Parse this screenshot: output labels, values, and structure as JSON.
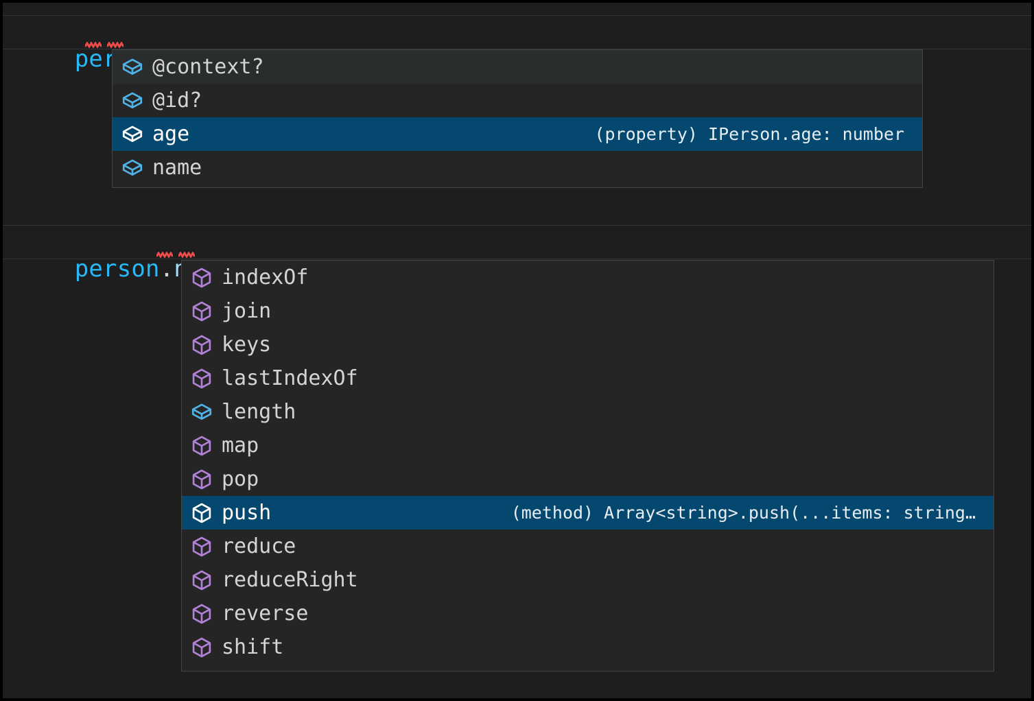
{
  "theme": {
    "editor_background": "#1E1E1E",
    "widget_background": "#252526",
    "widget_border": "#454545",
    "selection_background": "#04486F",
    "hover_background": "#2A2D2E",
    "text_foreground": "#D4D4D4",
    "variable_color": "#29B8F5",
    "property_color": "#9CDCFE",
    "property_icon_color": "#4FB3E8",
    "method_icon_color": "#B180D7",
    "selected_icon_color": "#FFFFFF",
    "error_squiggle_color": "#F14C4C"
  },
  "editor": {
    "lines": [
      {
        "name": "code-line-1",
        "tokens": [
          {
            "text": "person",
            "kind": "variable"
          },
          {
            "text": ".",
            "kind": "punctuation"
          },
          {
            "text": ";",
            "kind": "punctuation"
          }
        ],
        "plain": "person.;"
      },
      {
        "name": "code-line-2",
        "tokens": [
          {
            "text": "person",
            "kind": "variable"
          },
          {
            "text": ".",
            "kind": "punctuation"
          },
          {
            "text": "name",
            "kind": "property"
          },
          {
            "text": ".",
            "kind": "punctuation"
          },
          {
            "text": ";",
            "kind": "punctuation"
          }
        ],
        "plain": "person.name.;"
      }
    ]
  },
  "suggest_widgets": [
    {
      "name": "suggest-widget-person",
      "anchor_line": "person.;",
      "selected_index": 2,
      "hovered_index": 0,
      "items": [
        {
          "label": "@context?",
          "icon": "property-cube-icon",
          "icon_kind": "property",
          "detail": ""
        },
        {
          "label": "@id?",
          "icon": "property-cube-icon",
          "icon_kind": "property",
          "detail": ""
        },
        {
          "label": "age",
          "icon": "property-cube-icon",
          "icon_kind": "property",
          "detail": "(property) IPerson.age: number"
        },
        {
          "label": "name",
          "icon": "property-cube-icon",
          "icon_kind": "property",
          "detail": ""
        }
      ]
    },
    {
      "name": "suggest-widget-person-name",
      "anchor_line": "person.name.;",
      "selected_index": 7,
      "hovered_index": -1,
      "items": [
        {
          "label": "indexOf",
          "icon": "method-cube-icon",
          "icon_kind": "method",
          "detail": ""
        },
        {
          "label": "join",
          "icon": "method-cube-icon",
          "icon_kind": "method",
          "detail": ""
        },
        {
          "label": "keys",
          "icon": "method-cube-icon",
          "icon_kind": "method",
          "detail": ""
        },
        {
          "label": "lastIndexOf",
          "icon": "method-cube-icon",
          "icon_kind": "method",
          "detail": ""
        },
        {
          "label": "length",
          "icon": "property-cube-icon",
          "icon_kind": "property",
          "detail": ""
        },
        {
          "label": "map",
          "icon": "method-cube-icon",
          "icon_kind": "method",
          "detail": ""
        },
        {
          "label": "pop",
          "icon": "method-cube-icon",
          "icon_kind": "method",
          "detail": ""
        },
        {
          "label": "push",
          "icon": "method-cube-icon",
          "icon_kind": "method",
          "detail": "(method) Array<string>.push(...items: string…"
        },
        {
          "label": "reduce",
          "icon": "method-cube-icon",
          "icon_kind": "method",
          "detail": ""
        },
        {
          "label": "reduceRight",
          "icon": "method-cube-icon",
          "icon_kind": "method",
          "detail": ""
        },
        {
          "label": "reverse",
          "icon": "method-cube-icon",
          "icon_kind": "method",
          "detail": ""
        },
        {
          "label": "shift",
          "icon": "method-cube-icon",
          "icon_kind": "method",
          "detail": ""
        }
      ]
    }
  ]
}
